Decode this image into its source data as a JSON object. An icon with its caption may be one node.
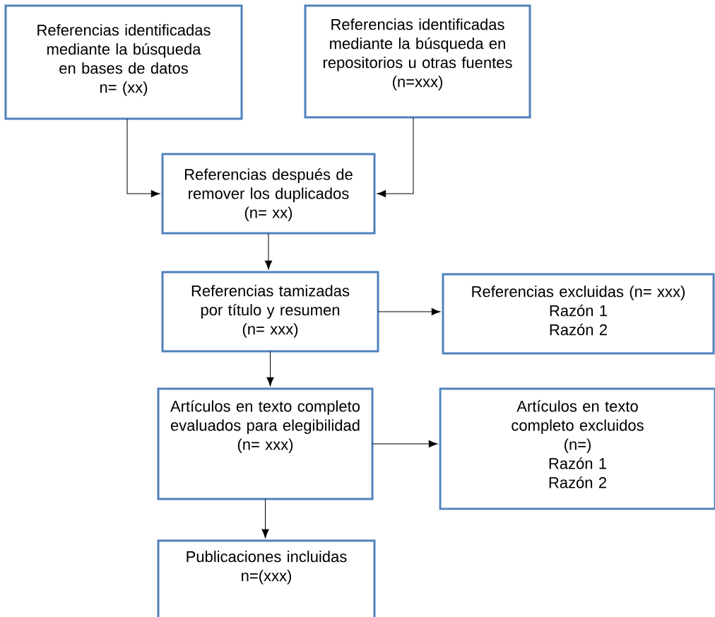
{
  "diagram": {
    "nodes": [
      {
        "text": [
          "Referencias identificadas mediante la búsqueda en bases de datos",
          "n= (xx)"
        ]
      },
      {
        "text": [
          "Referencias identificadas mediante la búsqueda en repositorios u otras fuentes",
          "(n=xxx)"
        ]
      },
      {
        "text": [
          "Referencias después de remover los duplicados",
          "(n= xx)"
        ]
      },
      {
        "text": [
          "Referencias tamizadas por título y resumen",
          "(n= xxx)"
        ]
      },
      {
        "text": [
          "Referencias excluidas (n= xxx)",
          "Razón 1",
          "Razón 2"
        ]
      },
      {
        "text": [
          "Artículos en texto completo evaluados para elegibilidad",
          "(n= xxx)"
        ]
      },
      {
        "text": [
          "Artículos en texto completo excluidos",
          "(n=)",
          "Razón 1",
          "Razón 2"
        ]
      },
      {
        "text": [
          "Publicaciones incluidas",
          "n=(xxx)"
        ]
      }
    ],
    "edges": [
      {
        "from": 0,
        "to": 2,
        "arrow": "to"
      },
      {
        "from": 1,
        "to": 2,
        "arrow": "to"
      },
      {
        "from": 2,
        "to": 3,
        "arrow": "to"
      },
      {
        "from": 3,
        "to": 4,
        "arrow": "to"
      },
      {
        "from": 3,
        "to": 5,
        "arrow": "to"
      },
      {
        "from": 5,
        "to": 6,
        "arrow": "to"
      },
      {
        "from": 5,
        "to": 7,
        "arrow": "to"
      }
    ]
  }
}
